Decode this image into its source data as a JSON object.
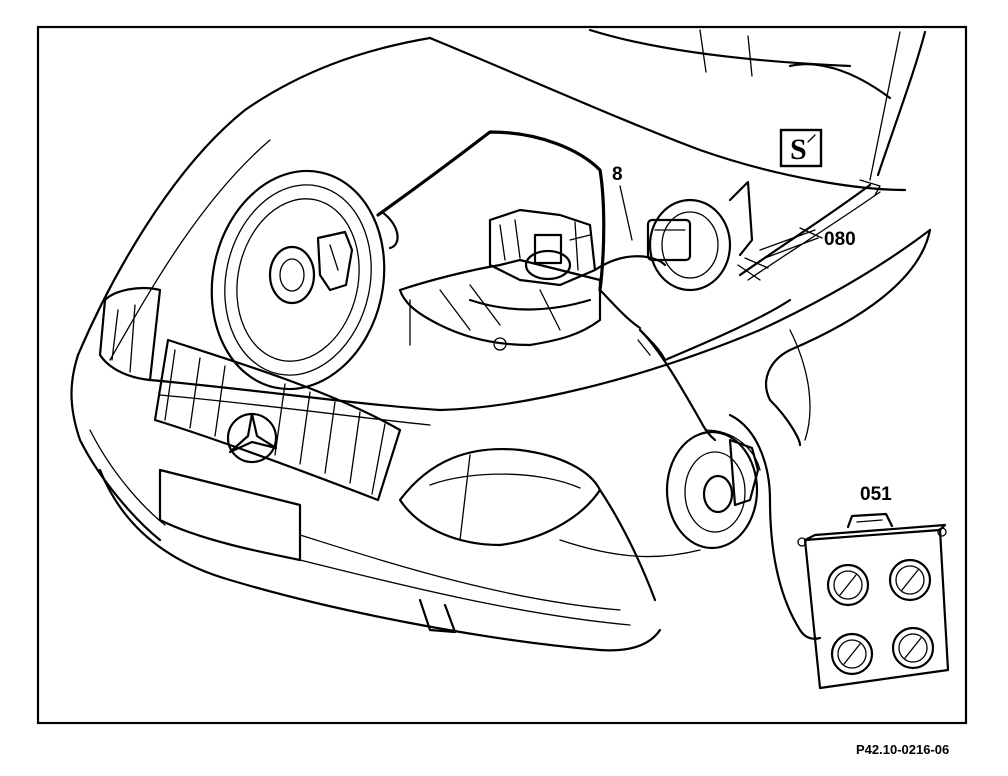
{
  "labels": {
    "part_8": "8",
    "part_080": "080",
    "part_051": "051"
  },
  "symbol": "S",
  "reference_code": "P42.10-0216-06",
  "colors": {
    "line": "#000000",
    "background": "#ffffff"
  }
}
